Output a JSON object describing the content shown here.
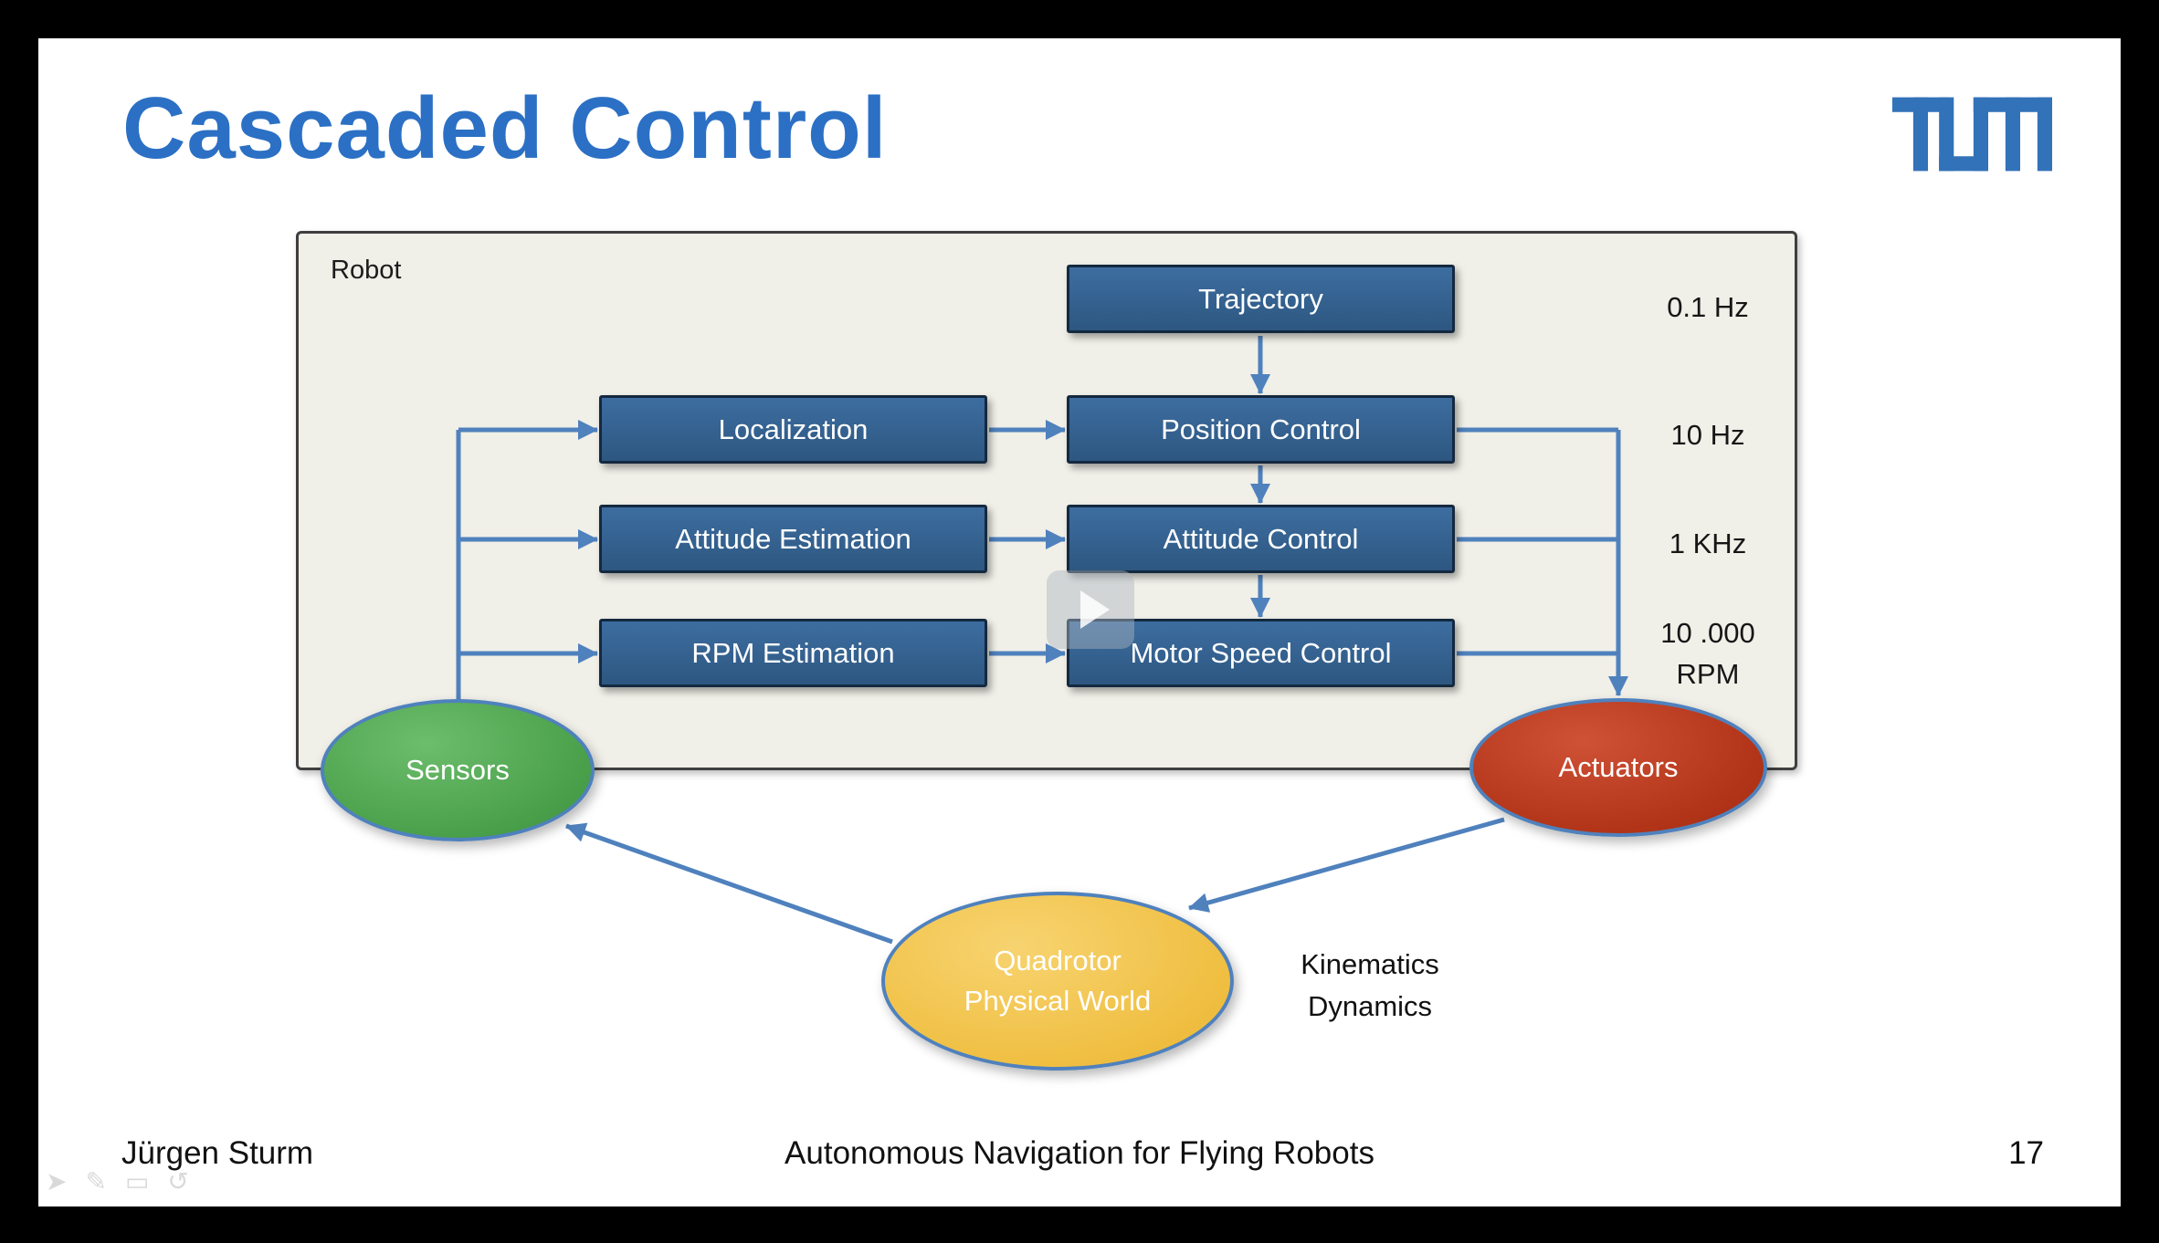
{
  "title": "Cascaded Control",
  "robot_label": "Robot",
  "blocks": {
    "trajectory": "Trajectory",
    "localization": "Localization",
    "position_control": "Position Control",
    "attitude_estimation": "Attitude Estimation",
    "attitude_control": "Attitude Control",
    "rpm_estimation": "RPM Estimation",
    "motor_speed_control": "Motor Speed Control"
  },
  "rates": {
    "trajectory": "0.1 Hz",
    "position": "10 Hz",
    "attitude": "1 KHz",
    "motor_line1": "10 .000",
    "motor_line2": "RPM"
  },
  "nodes": {
    "sensors": "Sensors",
    "actuators": "Actuators",
    "quadrotor_line1": "Quadrotor",
    "quadrotor_line2": "Physical World"
  },
  "annotation": {
    "line1": "Kinematics",
    "line2": "Dynamics"
  },
  "footer": {
    "author": "Jürgen Sturm",
    "course": "Autonomous Navigation for Flying Robots",
    "page": "17"
  },
  "icons": {
    "logo": "tum-logo",
    "play": "play-icon",
    "toolbar": [
      {
        "name": "cursor-icon",
        "glyph": "➤"
      },
      {
        "name": "pen-icon",
        "glyph": "✎"
      },
      {
        "name": "board-icon",
        "glyph": "▭"
      },
      {
        "name": "undo-icon",
        "glyph": "↺"
      }
    ]
  },
  "colors": {
    "title_blue": "#2b70c4",
    "arrow_blue": "#4f81bd",
    "block_fill": "#33608e",
    "robot_box_bg": "#f0efe8",
    "sensors_green": "#53a653",
    "actuators_red": "#b23418",
    "quadrotor_yellow": "#f0bf42"
  }
}
